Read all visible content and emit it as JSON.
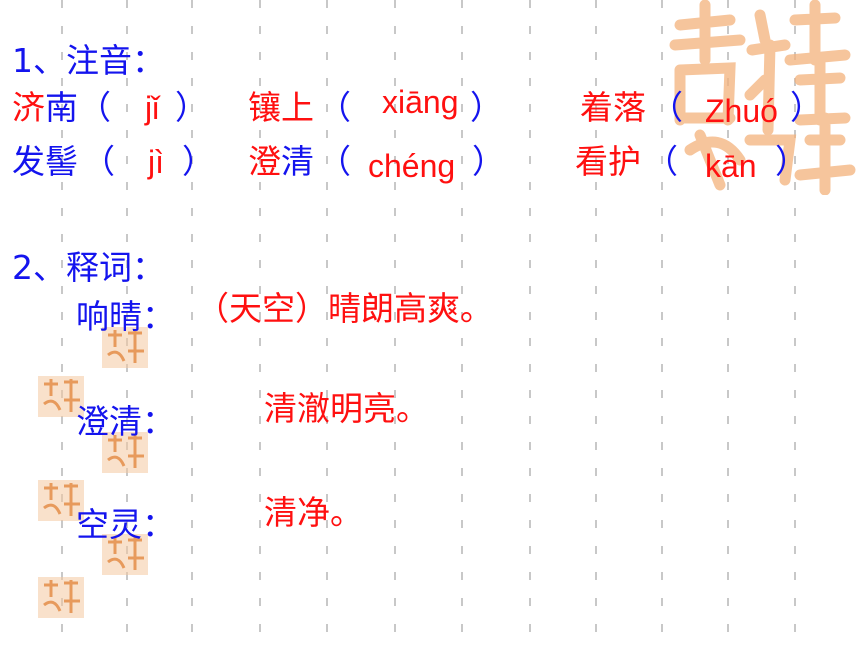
{
  "section1": {
    "heading": "1、注音：",
    "row1": {
      "w1_first": "济",
      "w1_rest": "南",
      "w1_open": "（",
      "w1_py": "jǐ",
      "w1_close": "）",
      "w2": "镶上",
      "w2_open": "（",
      "w2_py": "xiāng",
      "w2_close": "）",
      "w3": "着落",
      "w3_open": "（",
      "w3_py": "Zhuó",
      "w3_close": "）"
    },
    "row2": {
      "w1": "发髻",
      "w1_open": "（",
      "w1_py": "jì",
      "w1_close": "）",
      "w2_first": "澄",
      "w2_rest": "清",
      "w2_open": "（",
      "w2_py": "chéng",
      "w2_close": "）",
      "w3": "看护",
      "w3_open": "（",
      "w3_py": "kān",
      "w3_close": "）"
    }
  },
  "section2": {
    "heading": "2、释词：",
    "items": [
      {
        "term": "响晴：",
        "definition": "（天空）晴朗高爽。"
      },
      {
        "term": "澄清：",
        "definition": "清澈明亮。"
      },
      {
        "term": "空灵：",
        "definition": "清净。"
      }
    ]
  },
  "colors": {
    "label": "#1414ee",
    "answer": "#ff1010",
    "seal": "#f4b27c",
    "grid": "#c8c8c8"
  },
  "decor": {
    "seal_icon": "auspicious-seal"
  }
}
